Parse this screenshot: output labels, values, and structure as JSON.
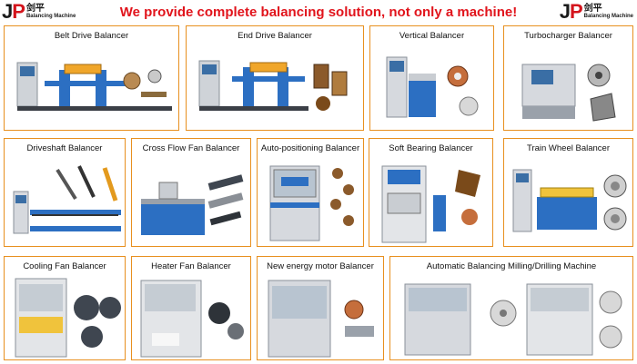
{
  "header": {
    "slogan": "We provide complete balancing solution, not only a machine!",
    "logo": {
      "mark_j": "J",
      "mark_p": "P",
      "cn": "剑平",
      "en": "Balancing Machine"
    }
  },
  "products": [
    {
      "name": "Belt Drive Balancer"
    },
    {
      "name": "End Drive Balancer"
    },
    {
      "name": "Vertical Balancer"
    },
    {
      "name": "Turbocharger Balancer"
    },
    {
      "name": "Driveshaft Balancer"
    },
    {
      "name": "Cross Flow Fan Balancer"
    },
    {
      "name": "Auto-positioning Balancer"
    },
    {
      "name": "Soft Bearing Balancer"
    },
    {
      "name": "Train Wheel Balancer"
    },
    {
      "name": "Cooling Fan Balancer"
    },
    {
      "name": "Heater Fan Balancer"
    },
    {
      "name": "New energy motor Balancer"
    },
    {
      "name": "Automatic Balancing Milling/Drilling Machine"
    }
  ],
  "colors": {
    "slogan": "#e1141c",
    "card_border": "#e8901f",
    "machine_blue": "#2c6fc2",
    "panel_grey": "#cfd3d8"
  }
}
